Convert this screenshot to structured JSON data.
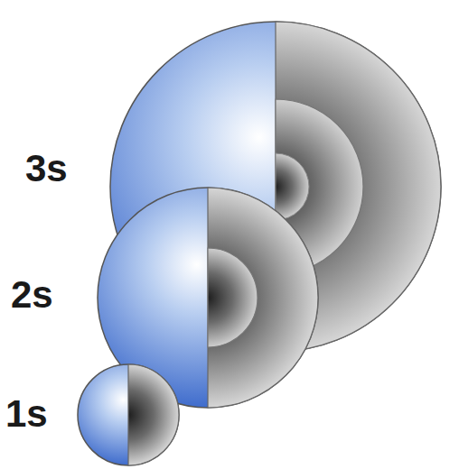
{
  "diagram": {
    "labels": [
      "3s",
      "2s",
      "1s"
    ]
  }
}
